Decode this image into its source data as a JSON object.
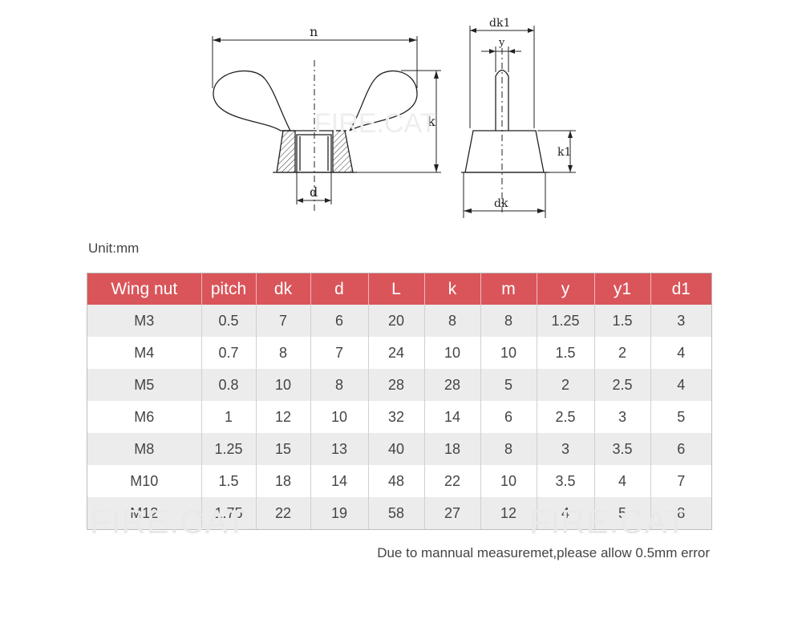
{
  "drawing": {
    "labels": {
      "n": "n",
      "k": "k",
      "d": "d",
      "dk1": "dk1",
      "y": "y",
      "k1": "k1",
      "dk": "dk"
    },
    "watermark": "FIRE.CAT"
  },
  "unit_label": "Unit:mm",
  "table": {
    "headers": [
      "Wing nut",
      "pitch",
      "dk",
      "d",
      "L",
      "k",
      "m",
      "y",
      "y1",
      "d1"
    ],
    "rows": [
      [
        "M3",
        "0.5",
        "7",
        "6",
        "20",
        "8",
        "8",
        "1.25",
        "1.5",
        "3"
      ],
      [
        "M4",
        "0.7",
        "8",
        "7",
        "24",
        "10",
        "10",
        "1.5",
        "2",
        "4"
      ],
      [
        "M5",
        "0.8",
        "10",
        "8",
        "28",
        "28",
        "5",
        "2",
        "2.5",
        "4"
      ],
      [
        "M6",
        "1",
        "12",
        "10",
        "32",
        "14",
        "6",
        "2.5",
        "3",
        "5"
      ],
      [
        "M8",
        "1.25",
        "15",
        "13",
        "40",
        "18",
        "8",
        "3",
        "3.5",
        "6"
      ],
      [
        "M10",
        "1.5",
        "18",
        "14",
        "48",
        "22",
        "10",
        "3.5",
        "4",
        "7"
      ],
      [
        "M12",
        "1.75",
        "22",
        "19",
        "58",
        "27",
        "12",
        "4",
        "5",
        "8"
      ]
    ],
    "header_color": "#d9555a"
  },
  "note": "Due to mannual measuremet,please allow 0.5mm error",
  "watermarks": [
    "FIRE.CAT",
    "FIRE.CAT"
  ]
}
